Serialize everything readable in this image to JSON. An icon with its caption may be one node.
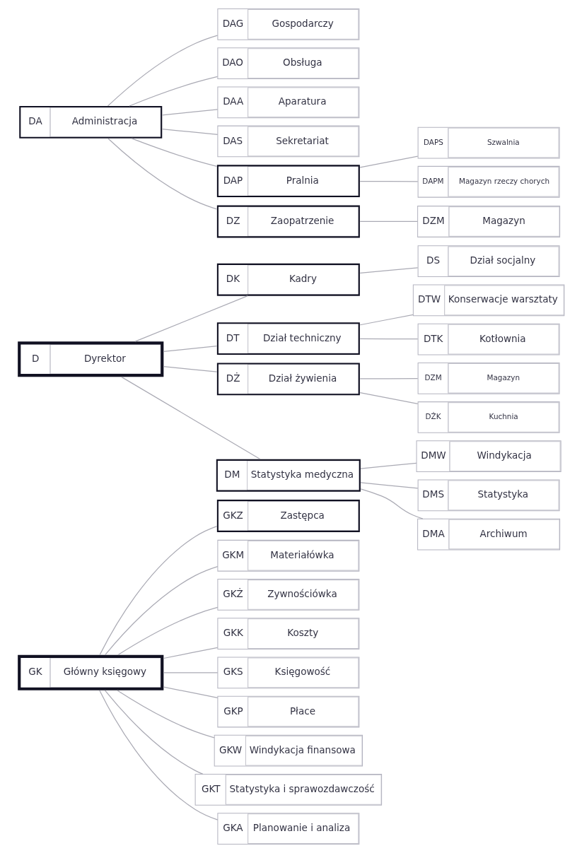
{
  "diagram": {
    "nodes": [
      {
        "text": [
          "GK",
          "Główny księgowy"
        ]
      },
      {
        "text": [
          "GKZ",
          "Zastępca"
        ]
      },
      {
        "text": [
          "GKM",
          "Materiałówka"
        ]
      },
      {
        "text": [
          "GKŻ",
          "Zywnościówka"
        ]
      },
      {
        "text": [
          "GKK",
          "Koszty"
        ]
      },
      {
        "text": [
          "GKS",
          "Księgowość"
        ]
      },
      {
        "text": [
          "GKP",
          "Płace"
        ]
      },
      {
        "text": [
          "GKW",
          "Windykacja finansowa"
        ]
      },
      {
        "text": [
          "GKT",
          "Statystyka i sprawozdawczość"
        ]
      },
      {
        "text": [
          "GKA",
          "Planowanie i analiza"
        ]
      },
      {
        "text": [
          "D",
          "Dyrektor"
        ]
      },
      {
        "text": [
          "DK",
          "Kadry"
        ]
      },
      {
        "text": [
          "DS",
          "Dział socjalny"
        ]
      },
      {
        "text": [
          "DT",
          "Dział techniczny"
        ]
      },
      {
        "text": [
          "DTW",
          "Konserwacje warsztaty"
        ]
      },
      {
        "text": [
          "DTK",
          "Kotłownia"
        ]
      },
      {
        "text": [
          "DŻ",
          "Dział żywienia"
        ]
      },
      {
        "text": [
          "DZM",
          "Magazyn"
        ]
      },
      {
        "text": [
          "DŻK",
          "Kuchnia"
        ]
      },
      {
        "text": [
          "DM",
          "Statystyka medyczna"
        ]
      },
      {
        "text": [
          "DMW",
          "Windykacja"
        ]
      },
      {
        "text": [
          "DMS",
          "Statystyka"
        ]
      },
      {
        "text": [
          "DMA",
          "Archiwum"
        ]
      },
      {
        "text": [
          "DA",
          "Administracja"
        ]
      },
      {
        "text": [
          "DAG",
          "Gospodarczy"
        ]
      },
      {
        "text": [
          "DAO",
          "Obsługa"
        ]
      },
      {
        "text": [
          "DAA",
          "Aparatura"
        ]
      },
      {
        "text": [
          "DAS",
          "Sekretariat"
        ]
      },
      {
        "text": [
          "DAP",
          "Pralnia"
        ]
      },
      {
        "text": [
          "DAPS",
          "Szwalnia"
        ]
      },
      {
        "text": [
          "DAPM",
          "Magazyn rzeczy chorych"
        ]
      },
      {
        "text": [
          "DZ",
          "Zaopatrzenie"
        ]
      },
      {
        "text": [
          "DZM",
          "Magazyn"
        ]
      }
    ],
    "edges": [
      {
        "from": 0,
        "to": 1,
        "arrow": "none"
      },
      {
        "from": 0,
        "to": 2,
        "arrow": "none"
      },
      {
        "from": 0,
        "to": 3,
        "arrow": "none"
      },
      {
        "from": 0,
        "to": 4,
        "arrow": "none"
      },
      {
        "from": 0,
        "to": 5,
        "arrow": "none"
      },
      {
        "from": 0,
        "to": 6,
        "arrow": "none"
      },
      {
        "from": 0,
        "to": 7,
        "arrow": "none"
      },
      {
        "from": 0,
        "to": 8,
        "arrow": "none"
      },
      {
        "from": 0,
        "to": 9,
        "arrow": "none"
      },
      {
        "from": 10,
        "to": 11,
        "arrow": "none"
      },
      {
        "from": 11,
        "to": 12,
        "arrow": "none"
      },
      {
        "from": 10,
        "to": 13,
        "arrow": "none"
      },
      {
        "from": 13,
        "to": 14,
        "arrow": "none"
      },
      {
        "from": 13,
        "to": 15,
        "arrow": "none"
      },
      {
        "from": 10,
        "to": 16,
        "arrow": "none"
      },
      {
        "from": 16,
        "to": 17,
        "arrow": "none"
      },
      {
        "from": 16,
        "to": 18,
        "arrow": "none"
      },
      {
        "from": 10,
        "to": 19,
        "arrow": "none"
      },
      {
        "from": 19,
        "to": 20,
        "arrow": "none"
      },
      {
        "from": 19,
        "to": 21,
        "arrow": "none"
      },
      {
        "from": 19,
        "to": 22,
        "arrow": "none"
      },
      {
        "from": 23,
        "to": 24,
        "arrow": "none"
      },
      {
        "from": 23,
        "to": 25,
        "arrow": "none"
      },
      {
        "from": 23,
        "to": 26,
        "arrow": "none"
      },
      {
        "from": 23,
        "to": 27,
        "arrow": "none"
      },
      {
        "from": 23,
        "to": 28,
        "arrow": "none"
      },
      {
        "from": 28,
        "to": 29,
        "arrow": "none"
      },
      {
        "from": 28,
        "to": 30,
        "arrow": "none"
      },
      {
        "from": 23,
        "to": 31,
        "arrow": "none"
      },
      {
        "from": 31,
        "to": 32,
        "arrow": "none"
      }
    ]
  }
}
